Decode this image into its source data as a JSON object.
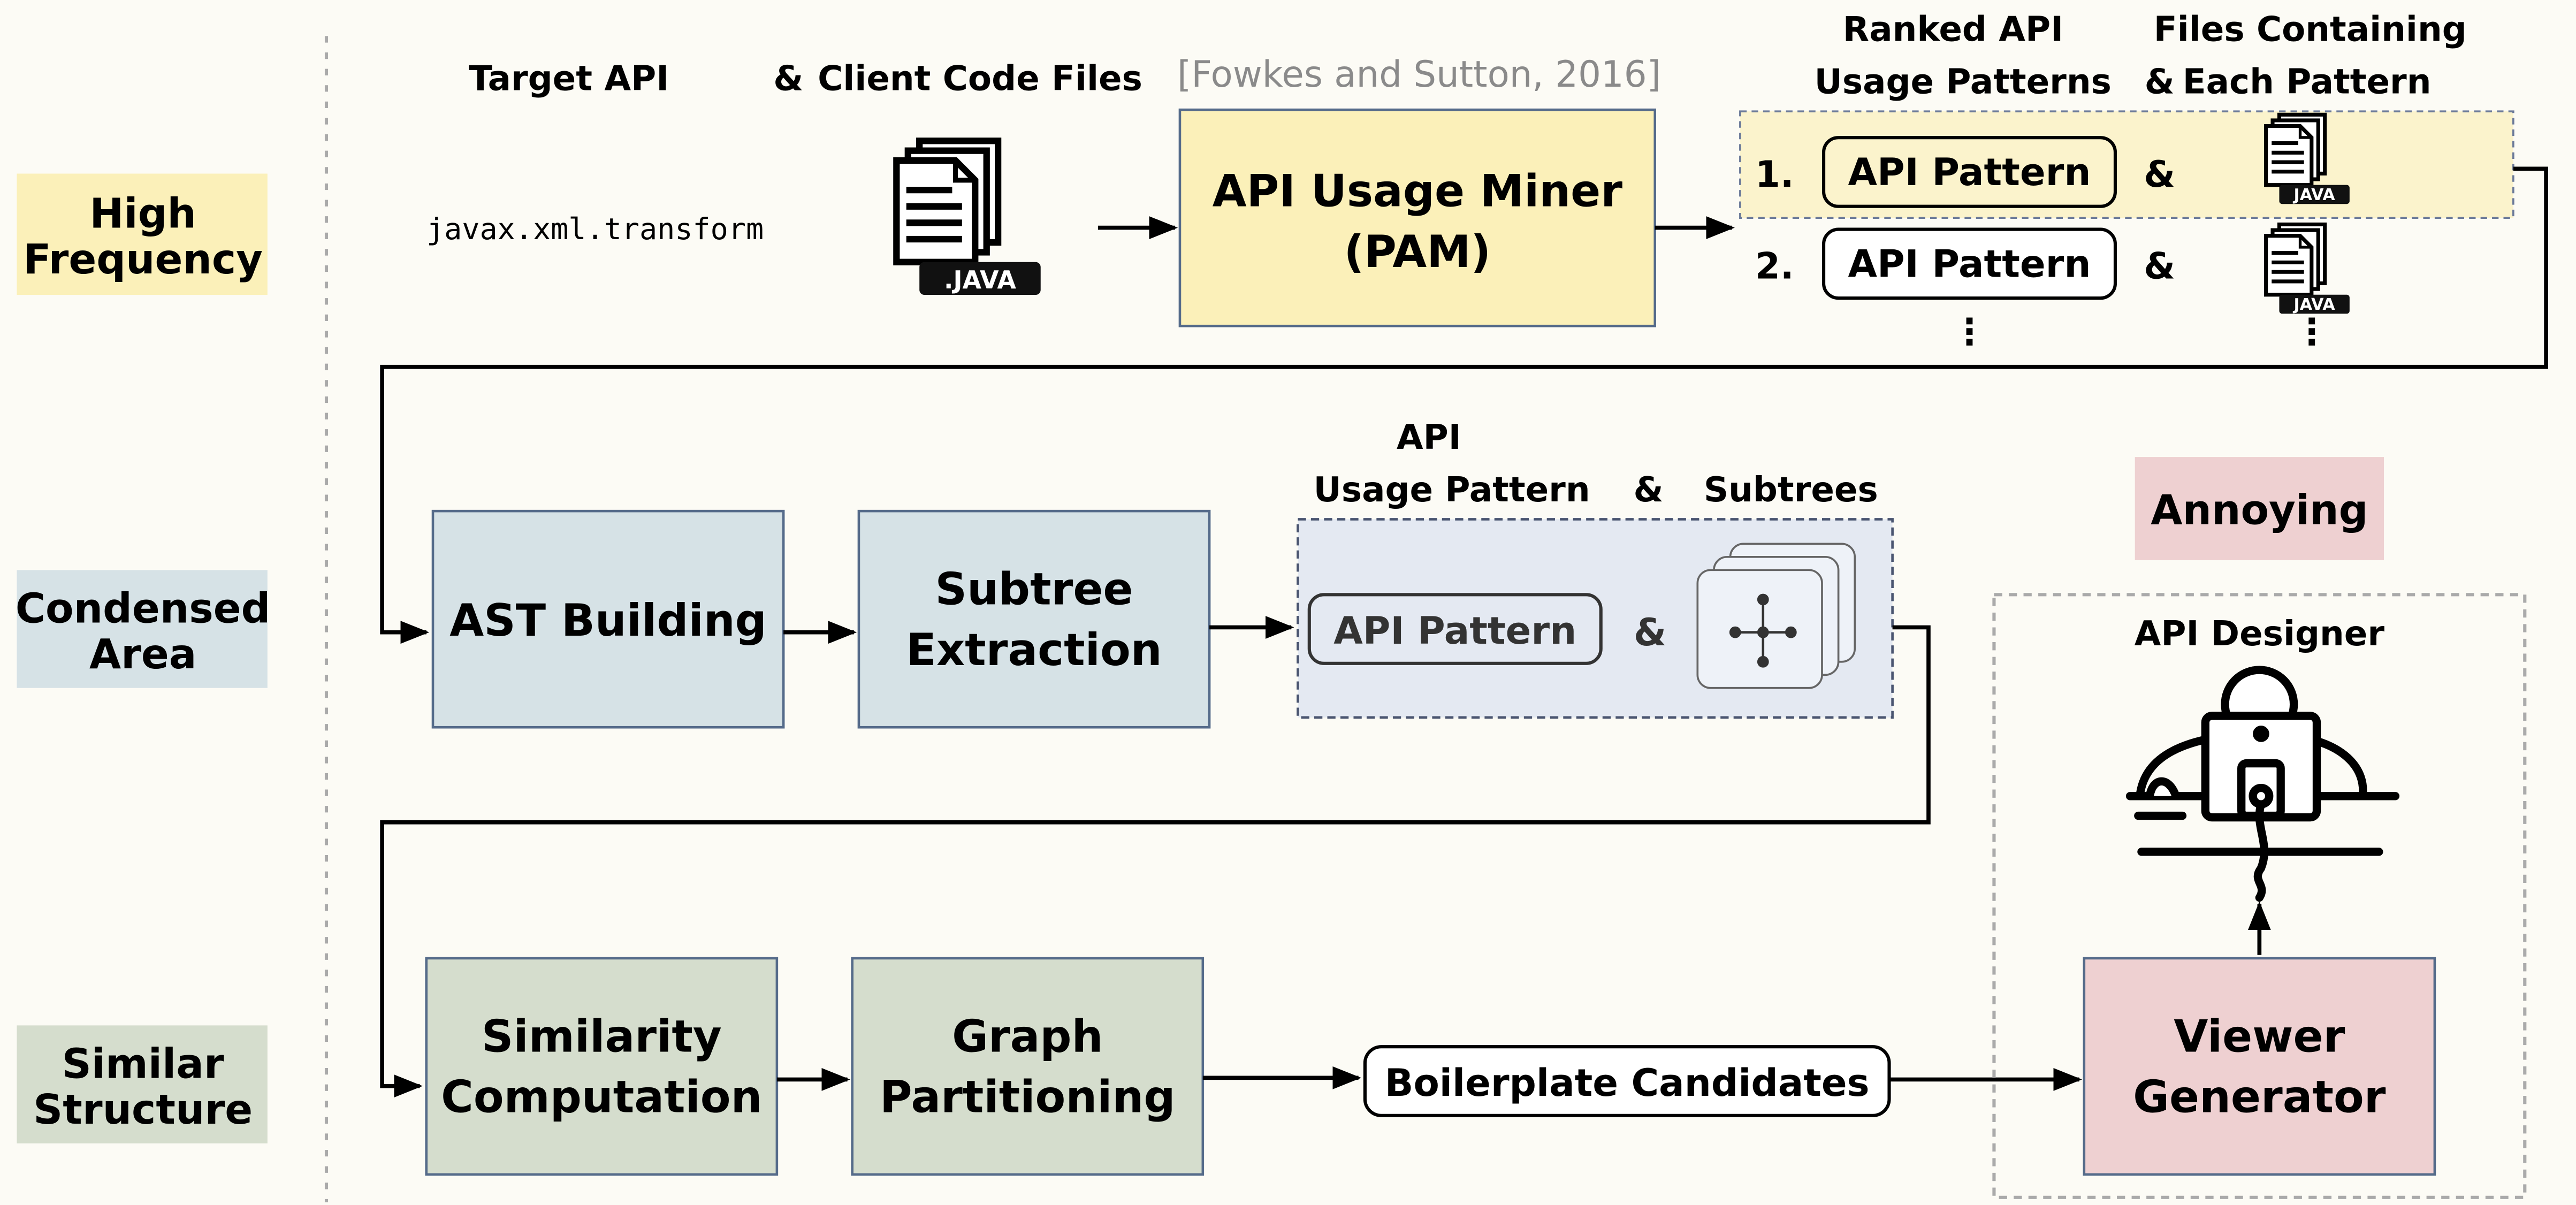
{
  "colors": {
    "background": "#fcfbf5",
    "high_frequency": "#fbf0b9",
    "condensed_area": "#d6e2e6",
    "similar_structure": "#d5ddcd",
    "annoying": "#eed0d1",
    "pattern_bg": "#e4e9f2"
  },
  "side_labels": {
    "high_frequency": [
      "High",
      "Frequency"
    ],
    "condensed_area": [
      "Condensed",
      "Area"
    ],
    "similar_structure": [
      "Similar",
      "Structure"
    ]
  },
  "row1": {
    "target_api_header": "Target API",
    "amp": "&",
    "client_code_header": "Client Code Files",
    "target_api_value": "javax.xml.transform",
    "java_file_label": ".JAVA",
    "citation": "[Fowkes and Sutton, 2016]",
    "miner_box": [
      "API Usage Miner",
      "(PAM)"
    ],
    "ranked_header": [
      "Ranked API",
      "Usage Patterns"
    ],
    "files_header": [
      "Files Containing",
      "Each Pattern"
    ],
    "rank_1": "1.",
    "rank_2": "2.",
    "api_pattern_label": "API Pattern",
    "small_java_label": "JAVA",
    "ellipsis": "⋮"
  },
  "row2": {
    "ast_box": "AST Building",
    "subtree_box": [
      "Subtree",
      "Extraction"
    ],
    "usage_header": [
      "API",
      "Usage Pattern"
    ],
    "subtrees_header": "Subtrees",
    "api_pattern_label": "API Pattern",
    "annoying": "Annoying"
  },
  "row3": {
    "similarity_box": [
      "Similarity",
      "Computation"
    ],
    "graph_box": [
      "Graph",
      "Partitioning"
    ],
    "boilerplate": "Boilerplate Candidates",
    "viewer_box": [
      "Viewer",
      "Generator"
    ],
    "api_designer": "API Designer"
  }
}
